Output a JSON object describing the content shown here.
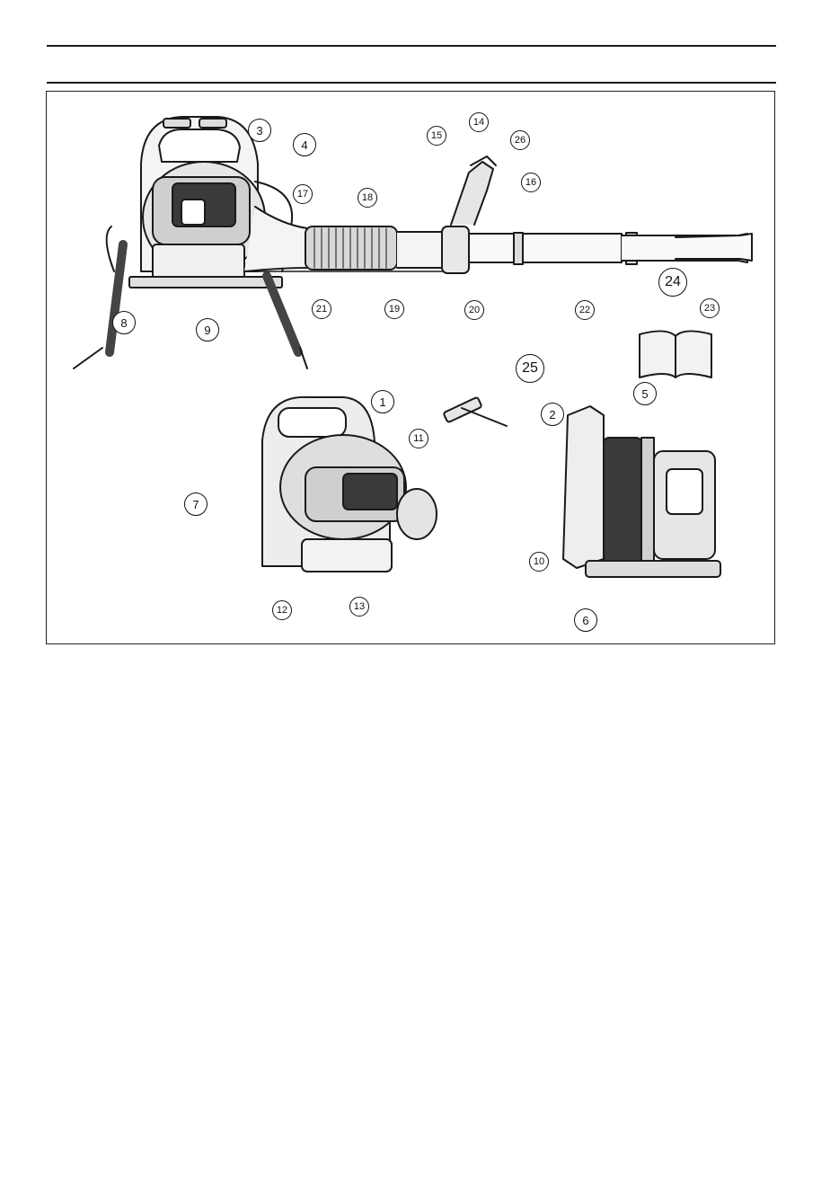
{
  "figure": {
    "callouts": [
      "1",
      "2",
      "3",
      "4",
      "5",
      "6",
      "7",
      "8",
      "9",
      "10",
      "11",
      "12",
      "13",
      "14",
      "15",
      "16",
      "17",
      "18",
      "19",
      "20",
      "21",
      "22",
      "23",
      "24",
      "25",
      "26"
    ]
  }
}
